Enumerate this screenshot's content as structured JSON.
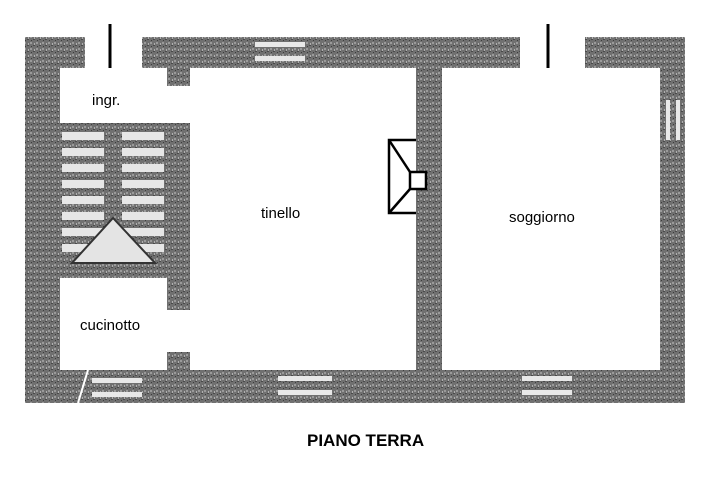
{
  "plan": {
    "title": "PIANO TERRA",
    "rooms": {
      "entrance": "ingr.",
      "kitchenette": "cucinotto",
      "dining": "tinello",
      "living": "soggiorno"
    }
  },
  "colors": {
    "wall": "#6e6e6e",
    "room": "#ffffff",
    "line": "#000000"
  }
}
